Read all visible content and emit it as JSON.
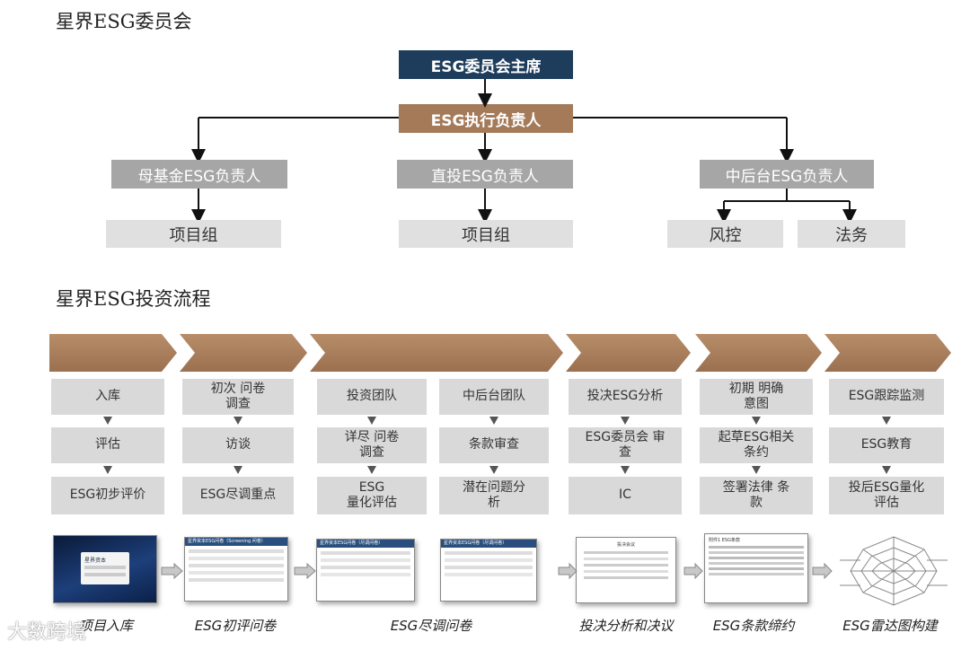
{
  "committee": {
    "title": "星界ESG委员会",
    "chair": "ESG委员会主席",
    "executive": "ESG执行负责人",
    "leads": [
      "母基金ESG负责人",
      "直投ESG负责人",
      "中后台ESG负责人"
    ],
    "teams": [
      "项目组",
      "项目组",
      "风控",
      "法务"
    ]
  },
  "process": {
    "title": "星界ESG投资流程",
    "columns": [
      {
        "steps": [
          "入库",
          "评估",
          "ESG初步评价"
        ]
      },
      {
        "steps": [
          "初次 问卷\n调查",
          "访谈",
          "ESG尽调重点"
        ]
      },
      {
        "steps": [
          "投资团队",
          "详尽 问卷\n调查",
          "ESG\n量化评估"
        ]
      },
      {
        "steps": [
          "中后台团队",
          "条款审查",
          "潜在问题分\n析"
        ]
      },
      {
        "steps": [
          "投决ESG分析",
          "ESG委员会 审\n查",
          "IC"
        ]
      },
      {
        "steps": [
          "初期 明确\n意图",
          "起草ESG相关\n条约",
          "签署法律 条\n款"
        ]
      },
      {
        "steps": [
          "ESG跟踪监测",
          "ESG教育",
          "投后ESG量化\n评估"
        ]
      }
    ],
    "captions": [
      "项目入库",
      "ESG初评问卷",
      "ESG尽调问卷",
      "投决分析和决议",
      "ESG条款缔约",
      "ESG雷达图构建"
    ],
    "thumbnail_texts": {
      "entry_logo": "星界资本",
      "q1_header": "星界资本ESG问卷（Screening 问卷）",
      "q2_header": "星界资本ESG问卷（尽调问卷）",
      "q3_header": "星界资本ESG问卷（尽调问卷）",
      "decision_header": "投决会议",
      "terms_header": "附件1 ESG条款"
    }
  },
  "watermark": "大数跨境",
  "colors": {
    "navy": "#1e3d5c",
    "tan": "#a47a59",
    "grey": "#a6a6a6",
    "light": "#e0e0e0",
    "step": "#d9d9d9",
    "chevron": "#a47a59"
  }
}
